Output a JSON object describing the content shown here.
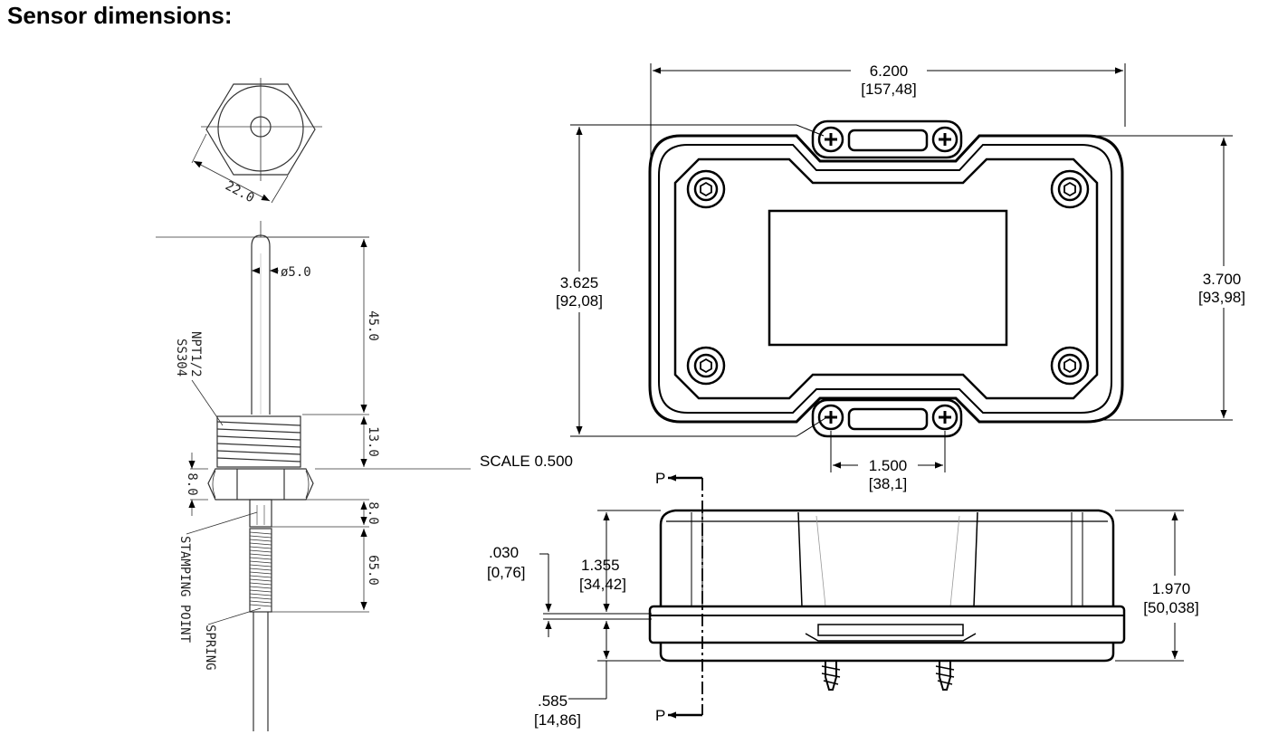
{
  "page": {
    "title": "Sensor dimensions:"
  },
  "probe": {
    "hex_width": "22.0",
    "tip_diameter": "ø5.0",
    "len_tip": "45.0",
    "len_thread": "13.0",
    "hex_height": "8.0",
    "len_collar": "8.0",
    "len_spring": "65.0",
    "thread_spec_1": "NPT1/2",
    "thread_spec_2": "SS304",
    "stamping_label": "STAMPING POINT",
    "spring_label": "SPRING"
  },
  "enclosure_top": {
    "width_in": "6.200",
    "width_mm": "[157,48]",
    "left_height_in": "3.625",
    "left_height_mm": "[92,08]",
    "right_height_in": "3.700",
    "right_height_mm": "[93,98]",
    "mount_span_in": "1.500",
    "mount_span_mm": "[38,1]",
    "scale_label": "SCALE  0.500"
  },
  "enclosure_side": {
    "section_label": "P",
    "gap_in": ".030",
    "gap_mm": "[0,76]",
    "top_height_in": "1.355",
    "top_height_mm": "[34,42]",
    "base_height_in": ".585",
    "base_height_mm": "[14,86]",
    "total_height_in": "1.970",
    "total_height_mm": "[50,038]"
  }
}
